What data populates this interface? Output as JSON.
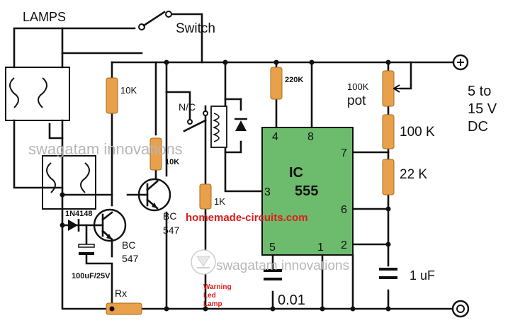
{
  "labels": {
    "lamps": "LAMPS",
    "switch": "Switch",
    "r10k_left": "10K",
    "nc": "N/C",
    "r10k_mid": "10K",
    "r220k": "220K",
    "r1k": "1K",
    "diode": "1N4148",
    "bc_left_1": "BC",
    "bc_left_2": "547",
    "bc_right_1": "BC",
    "bc_right_2": "547",
    "cap100": "100uF/25V",
    "rx": "Rx",
    "site": "homemade-circuits.com",
    "warn1": "Warning",
    "warn2": "Led",
    "warn3": "Lamp",
    "c001": "0.01",
    "c1uf": "1 uF",
    "pot1": "100K",
    "pot2": "pot",
    "r100k": "100 K",
    "r22k": "22 K",
    "supply1": "5 to",
    "supply2": "15 V",
    "supply3": "DC"
  },
  "ic": {
    "label1": "IC",
    "label2": "555",
    "pins": {
      "p1": "1",
      "p2": "2",
      "p3": "3",
      "p4": "4",
      "p5": "5",
      "p6": "6",
      "p7": "7",
      "p8": "8"
    }
  },
  "watermarks": {
    "top": "swagatam innovations",
    "bottom": "swagatam innovations"
  },
  "colors": {
    "resistor": "#e9a04a",
    "ic_body": "#6dbb6d",
    "site_text": "#e01b1b",
    "watermark": "#b7b7b7"
  }
}
